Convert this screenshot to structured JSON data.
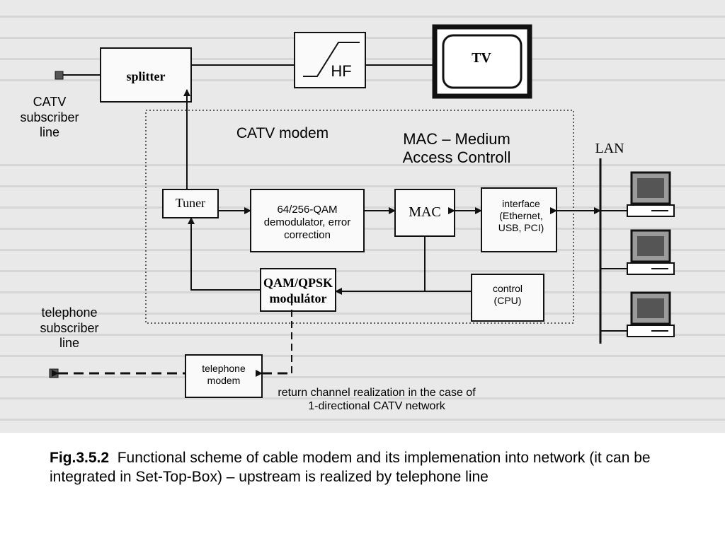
{
  "diagram": {
    "splitter": "splitter",
    "hf": "HF",
    "tv": "TV",
    "catv_line": "CATV subscriber line",
    "catv_modem": "CATV modem",
    "mac_title": "MAC – Medium Access Controll",
    "lan": "LAN",
    "tuner": "Tuner",
    "demod": "64/256-QAM demodulator, error correction",
    "mac": "MAC",
    "interface": "interface (Ethernet, USB, PCI)",
    "modulator_line1": "QAM/QPSK",
    "modulator_line2": "modulátor",
    "control": "control (CPU)",
    "phone_line": "telephone subscriber line",
    "phone_modem": "telephone modem",
    "return_channel": "return channel realization in the case of 1-directional CATV network"
  },
  "caption": {
    "label": "Fig.3.5.2",
    "text": "Functional scheme of cable modem and its implemenation into network  (it can be integrated in Set-Top-Box) – upstream is realized by telephone line"
  }
}
